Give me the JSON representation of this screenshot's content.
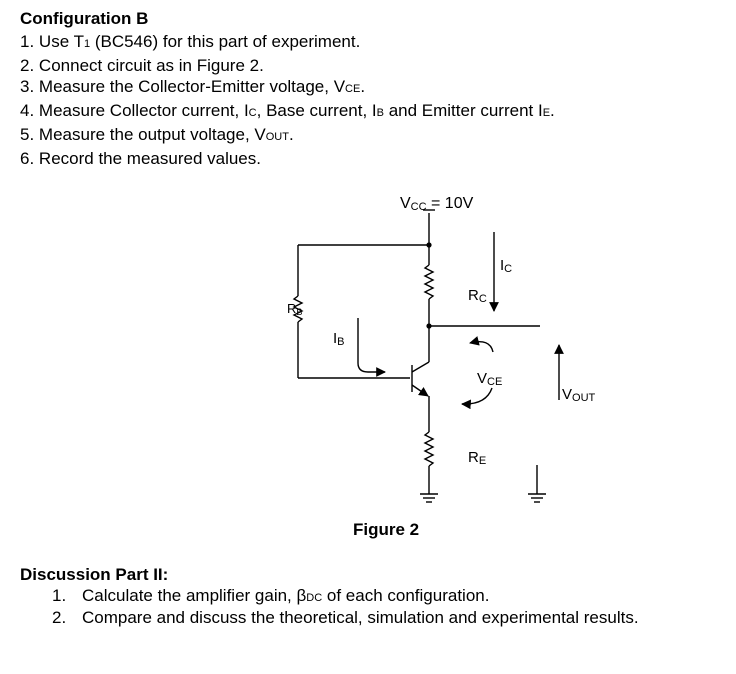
{
  "config": {
    "heading": "Configuration B",
    "steps": [
      {
        "num": "1.",
        "pre": "Use T",
        "sub": "1",
        "post": " (BC546) for this part of experiment."
      },
      {
        "num": "2.",
        "pre": "Connect circuit as in Figure 2.",
        "sub": "",
        "post": ""
      },
      {
        "num": "3.",
        "pre": "Measure the Collector-Emitter voltage, V",
        "sub": "CE",
        "post": "."
      },
      {
        "num": "4.",
        "pre": "Measure Collector current, I",
        "sub": "C",
        "post": ", Base current, I",
        "sub2": "B",
        "post2": " and Emitter current I",
        "sub3": "E",
        "post3": "."
      },
      {
        "num": "5.",
        "pre": "Measure the output voltage, V",
        "sub": "OUT",
        "post": "."
      },
      {
        "num": "6.",
        "pre": "Record the measured values.",
        "sub": "",
        "post": ""
      }
    ]
  },
  "figure": {
    "caption": "Figure 2",
    "vcc_main": "V",
    "vcc_sub": "CC",
    "vcc_value": " = 10V",
    "ic_main": "I",
    "ic_sub": "C",
    "rc_main": "R",
    "rc_sub": "C",
    "rb_main": "R",
    "rb_sub": "B",
    "ib_main": "I",
    "ib_sub": "B",
    "vce_main": "V",
    "vce_sub": "CE",
    "vout_main": "V",
    "vout_sub": "OUT",
    "re_main": "R",
    "re_sub": "E"
  },
  "discussion": {
    "heading": "Discussion Part II:",
    "items": [
      {
        "num": "1.",
        "pre": "Calculate the amplifier gain, β",
        "sub": "DC",
        "post": " of each configuration."
      },
      {
        "num": "2.",
        "pre": "Compare and discuss the theoretical, simulation and experimental results.",
        "sub": "",
        "post": ""
      }
    ]
  }
}
